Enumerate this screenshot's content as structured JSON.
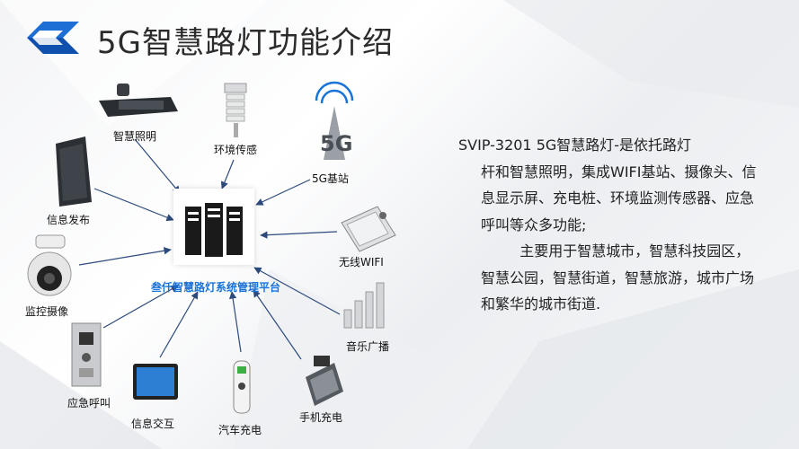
{
  "title": "5G智慧路灯功能介绍",
  "description": {
    "line1": "SVIP-3201 5G智慧路灯-是依托路灯",
    "para1_rest": "杆和智慧照明，集成WIFI基站、摄像头、信息显示屏、充电桩、环境监测传感器、应急呼叫等众多功能;",
    "para2": "主要用于智慧城市，智慧科技园区，智慧公园，智慧街道，智慧旅游，城市广场和繁华的城市街道."
  },
  "platform": {
    "label": "叁仟智慧路灯系统管理平台",
    "icon": "server-icon"
  },
  "devices": [
    {
      "id": "lighting",
      "label": "智慧照明",
      "icon": "street-light-icon"
    },
    {
      "id": "env",
      "label": "环境传感",
      "icon": "weather-sensor-icon"
    },
    {
      "id": "5g",
      "label": "5G基站",
      "icon": "5g-antenna-icon"
    },
    {
      "id": "info-release",
      "label": "信息发布",
      "icon": "display-screen-icon"
    },
    {
      "id": "wifi",
      "label": "无线WIFI",
      "icon": "wifi-router-icon"
    },
    {
      "id": "camera",
      "label": "监控摄像",
      "icon": "dome-camera-icon"
    },
    {
      "id": "audio",
      "label": "音乐广播",
      "icon": "speaker-column-icon"
    },
    {
      "id": "sos",
      "label": "应急呼叫",
      "icon": "intercom-icon"
    },
    {
      "id": "interact",
      "label": "信息交互",
      "icon": "touch-tablet-icon"
    },
    {
      "id": "ev",
      "label": "汽车充电",
      "icon": "ev-charger-icon"
    },
    {
      "id": "phone",
      "label": "手机充电",
      "icon": "phone-charger-icon"
    }
  ],
  "colors": {
    "accent_blue": "#1a73d8",
    "arrow": "#2c4a7c",
    "logo_blue": "#1d6fd6"
  }
}
